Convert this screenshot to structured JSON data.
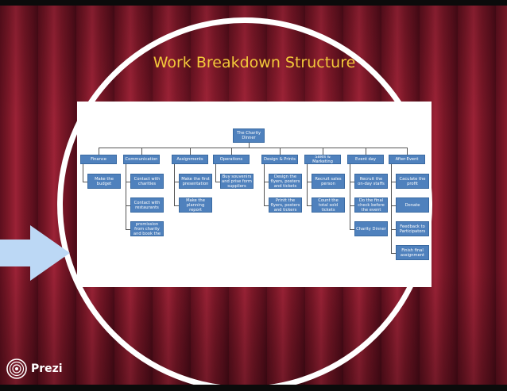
{
  "slide": {
    "title": "Work Breakdown Structure"
  },
  "brand": {
    "name": "Prezi",
    "logo_icon": "prezi-logo-icon"
  },
  "colors": {
    "title": "#f3c83a",
    "node": "#4f81bd",
    "ring": "#ffffff",
    "arrow": "#bcd8f5"
  },
  "wbs": {
    "root": "The Charity Dinner",
    "categories": [
      {
        "label": "Finance",
        "children": [
          "Make the budget"
        ]
      },
      {
        "label": "Communication",
        "children": [
          "Contact with charities",
          "Contact with restaurants",
          "Get promission from charity and book the revenue"
        ]
      },
      {
        "label": "Assignments",
        "children": [
          "Make the first presentation",
          "Make the planning report"
        ]
      },
      {
        "label": "Operations",
        "children": [
          "Buy souvenirs and prise form suppliers"
        ]
      },
      {
        "label": "Design & Prints",
        "children": [
          "Design the flyers, posters and tickets",
          "Printt the flyers, posters and tickers"
        ]
      },
      {
        "label": "Sales & Marketing",
        "children": [
          "Recruit sales person",
          "Count the total sold tickets"
        ]
      },
      {
        "label": "Event day",
        "children": [
          "Recruit the on-day staffs",
          "Do the final check before the event",
          "Charity Dinner"
        ]
      },
      {
        "label": "After-Event",
        "children": [
          "Caculate the profit",
          "Donate",
          "Feedback to Participators",
          "Finish final assignment"
        ]
      }
    ]
  }
}
